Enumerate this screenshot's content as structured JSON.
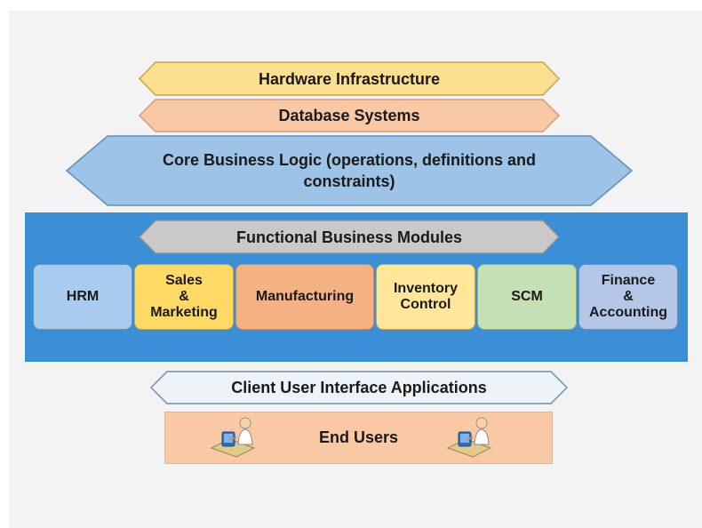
{
  "diagram": {
    "layers": {
      "hardware": "Hardware Infrastructure",
      "database": "Database Systems",
      "core_line1": "Core Business Logic (operations, definitions and",
      "core_line2": "constraints)",
      "functional": "Functional Business Modules",
      "client": "Client User Interface Applications",
      "end_users": "End Users"
    },
    "modules": {
      "hrm": "HRM",
      "sales_l1": "Sales",
      "sales_l2": "&",
      "sales_l3": "Marketing",
      "manufacturing": "Manufacturing",
      "inventory_l1": "Inventory",
      "inventory_l2": "Control",
      "scm": "SCM",
      "finance_l1": "Finance",
      "finance_l2": "&",
      "finance_l3": "Accounting"
    },
    "icons": [
      "user-at-computer-icon",
      "user-at-computer-icon"
    ],
    "colors": {
      "hardware": "#fde08f",
      "database": "#f9c9a6",
      "core": "#9dc3e6",
      "functional": "#c9c9c9",
      "client": "#eef3f8",
      "band": "#3b8fd6",
      "hrm": "#a9cbee",
      "sales": "#ffd966",
      "manufacturing": "#f4b183",
      "inventory": "#ffe699",
      "scm": "#c5e0b4",
      "finance": "#b4c7e7"
    }
  }
}
